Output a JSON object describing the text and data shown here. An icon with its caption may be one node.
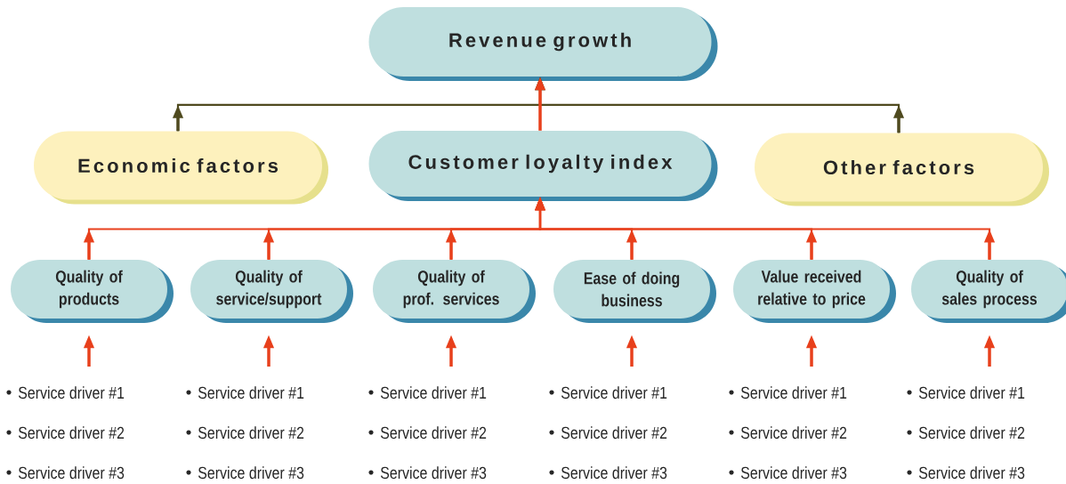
{
  "diagram": {
    "nodes": [
      {
        "text": [
          "Revenue growth"
        ]
      },
      {
        "text": [
          "Economic factors"
        ]
      },
      {
        "text": [
          "Customer loyalty index"
        ]
      },
      {
        "text": [
          "Other factors"
        ]
      },
      {
        "text": [
          "Quality of products"
        ]
      },
      {
        "text": [
          "Quality of service/support"
        ]
      },
      {
        "text": [
          "Quality of prof. services"
        ]
      },
      {
        "text": [
          "Ease of doing business"
        ]
      },
      {
        "text": [
          "Value received relative to price"
        ]
      },
      {
        "text": [
          "Quality of sales process"
        ]
      },
      {
        "text": [
          "Service driver #1",
          "Service driver #2",
          "Service driver #3"
        ]
      },
      {
        "text": [
          "Service driver #1",
          "Service driver #2",
          "Service driver #3"
        ]
      },
      {
        "text": [
          "Service driver #1",
          "Service driver #2",
          "Service driver #3"
        ]
      },
      {
        "text": [
          "Service driver #1",
          "Service driver #2",
          "Service driver #3"
        ]
      },
      {
        "text": [
          "Service driver #1",
          "Service driver #2",
          "Service driver #3"
        ]
      },
      {
        "text": [
          "Service driver #1",
          "Service driver #2",
          "Service driver #3"
        ]
      }
    ],
    "edges": [
      {
        "from": 1,
        "to": 0,
        "arrow": "to",
        "color": "#4f4a1f"
      },
      {
        "from": 2,
        "to": 0,
        "arrow": "to"
      },
      {
        "from": 3,
        "to": 0,
        "arrow": "to",
        "color": "#4f4a1f"
      },
      {
        "from": 4,
        "to": 2,
        "arrow": "to"
      },
      {
        "from": 5,
        "to": 2,
        "arrow": "to"
      },
      {
        "from": 6,
        "to": 2,
        "arrow": "to"
      },
      {
        "from": 7,
        "to": 2,
        "arrow": "to"
      },
      {
        "from": 8,
        "to": 2,
        "arrow": "to"
      },
      {
        "from": 9,
        "to": 2,
        "arrow": "to"
      },
      {
        "from": 10,
        "to": 4,
        "arrow": "to"
      },
      {
        "from": 11,
        "to": 5,
        "arrow": "to"
      },
      {
        "from": 12,
        "to": 6,
        "arrow": "to"
      },
      {
        "from": 13,
        "to": 7,
        "arrow": "to"
      },
      {
        "from": 14,
        "to": 8,
        "arrow": "to"
      },
      {
        "from": 15,
        "to": 9,
        "arrow": "to"
      }
    ]
  }
}
